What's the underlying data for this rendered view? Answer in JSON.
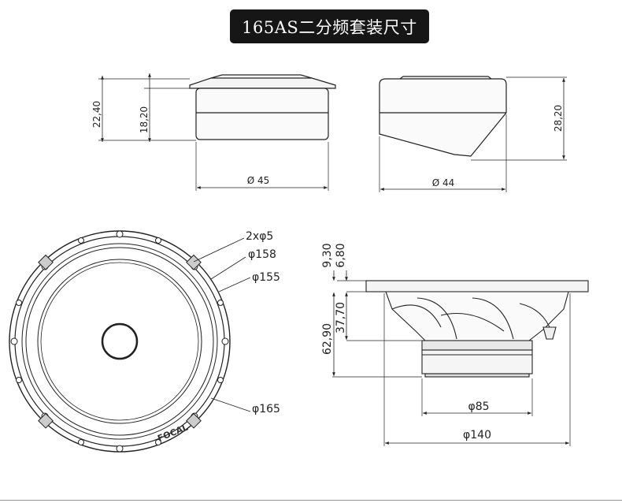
{
  "title": "165AS二分频套装尺寸",
  "tweeter_left": {
    "height_total": "22,40",
    "height_body": "18,20",
    "diameter": "Ø 45"
  },
  "tweeter_right": {
    "height": "28,20",
    "diameter": "Ø 44"
  },
  "woofer_front": {
    "holes": "2xφ5",
    "d158": "φ158",
    "d155": "φ155",
    "d165": "φ165",
    "logo": "FOCAL"
  },
  "woofer_side": {
    "h930": "9,30",
    "h680": "6,80",
    "h3770": "37,70",
    "h6290": "62,90",
    "d85": "φ85",
    "d140": "φ140"
  }
}
